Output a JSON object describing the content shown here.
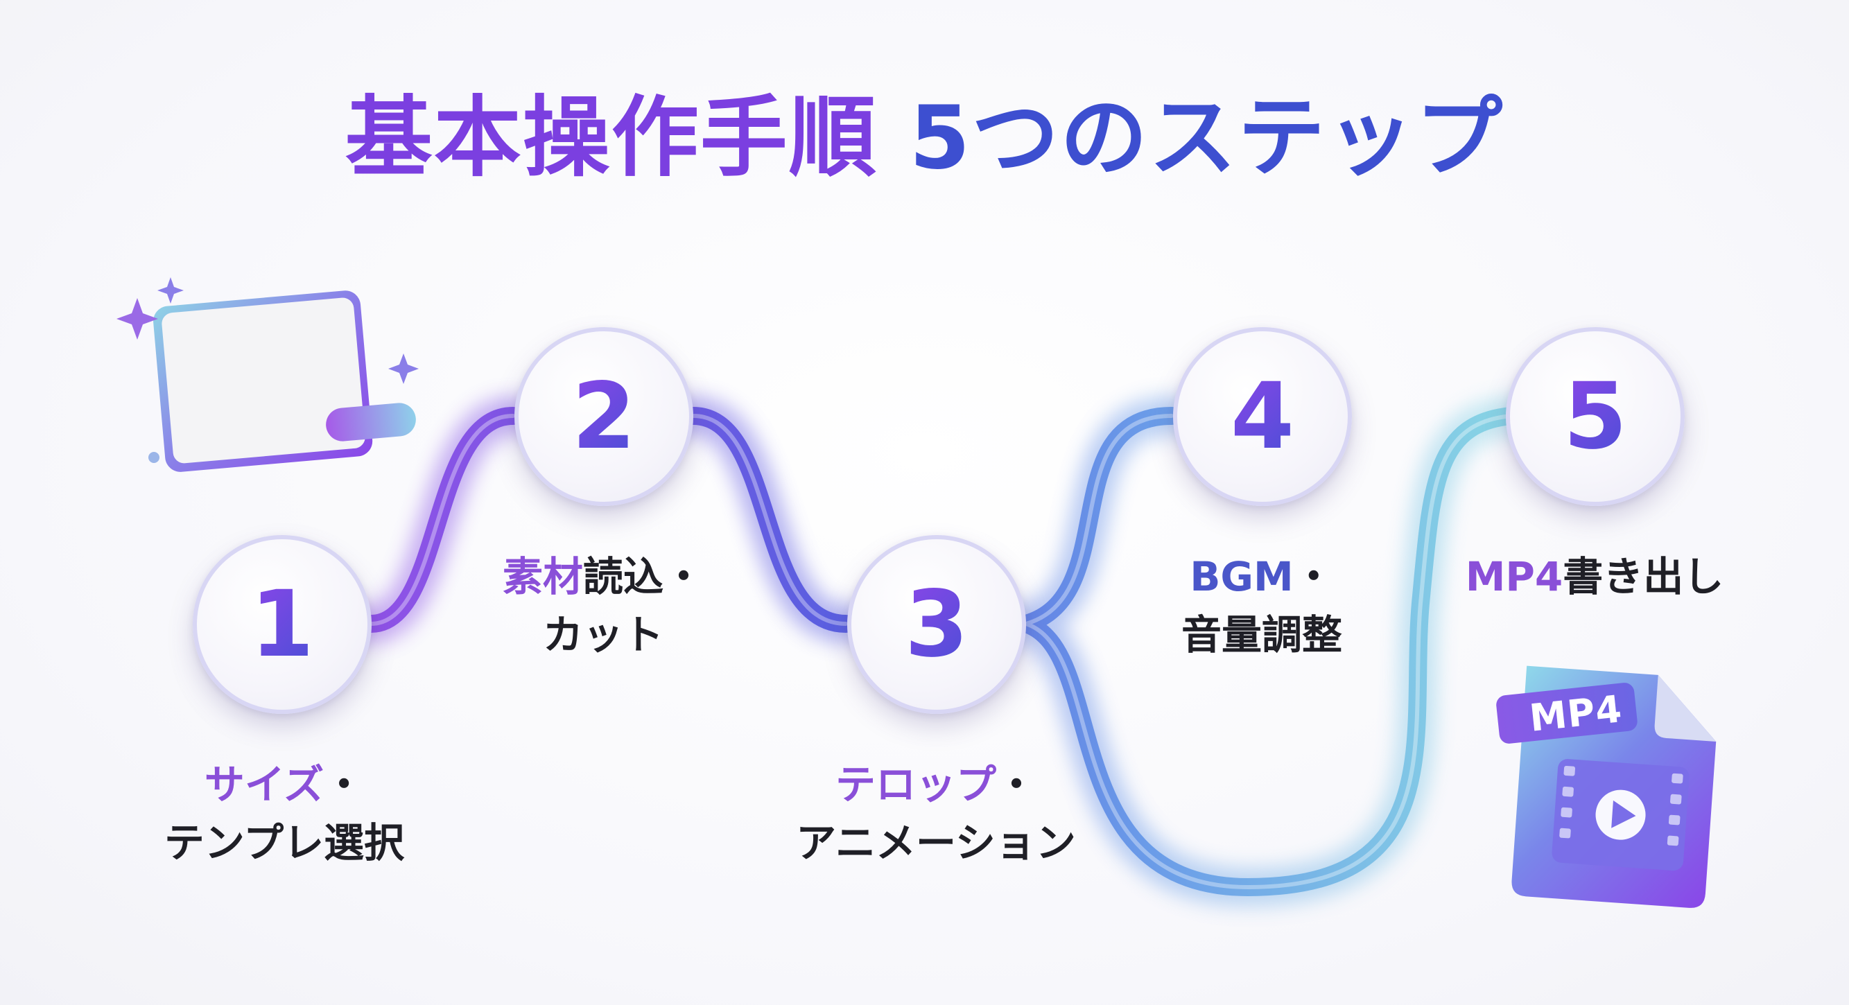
{
  "title": {
    "left": "基本操作手順",
    "right": "5つのステップ"
  },
  "steps": [
    {
      "number": "1",
      "label_highlight": "サイズ",
      "label_rest": "・",
      "label_line2": "テンプレ選択",
      "highlight_color": "#8a4fd8"
    },
    {
      "number": "2",
      "label_highlight": "素材",
      "label_rest": "読込・",
      "label_line2": "カット",
      "highlight_color": "#8a4fd8"
    },
    {
      "number": "3",
      "label_highlight": "テロップ",
      "label_rest": "・",
      "label_line2": "アニメーション",
      "highlight_color": "#8a4fd8"
    },
    {
      "number": "4",
      "label_highlight": "BGM",
      "label_rest": "・",
      "label_line2": "音量調整",
      "highlight_color": "#4a56c9"
    },
    {
      "number": "5",
      "label_highlight": "MP4",
      "label_rest": "書き出し",
      "label_line2": "",
      "highlight_color": "#8a4fd8"
    }
  ],
  "mp4_badge": "MP4",
  "colors": {
    "purple": "#8a46e8",
    "blue": "#4a5fd8",
    "cyan": "#7fd6e0"
  },
  "icons": {
    "canvas": "canvas-template-icon",
    "file": "mp4-file-icon"
  }
}
